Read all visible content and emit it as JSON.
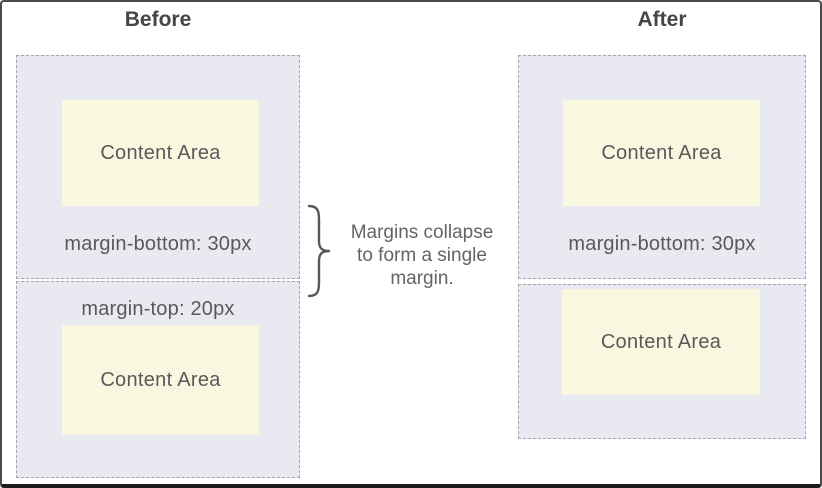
{
  "panels": {
    "before": {
      "title": "Before",
      "block1": {
        "content_label": "Content Area",
        "margin_label": "margin-bottom: 30px"
      },
      "block2": {
        "margin_label": "margin-top: 20px",
        "content_label": "Content Area"
      }
    },
    "after": {
      "title": "After",
      "block1": {
        "content_label": "Content Area",
        "margin_label": "margin-bottom: 30px"
      },
      "block2": {
        "content_label": "Content Area"
      }
    }
  },
  "annotation": {
    "text": "Margins collapse to form a single margin.",
    "lines": [
      "Margins collapse",
      "to form a single",
      "margin."
    ]
  },
  "colors": {
    "margin_box_fill": "#e9e9f2",
    "content_fill": "#faf7e1",
    "dashed_border": "#a3a3ab",
    "label_text": "#59595b",
    "title_text": "#454547",
    "annotation_text": "#636466",
    "brace_stroke": "#58585a",
    "frame_border": "#4a4a4a"
  }
}
